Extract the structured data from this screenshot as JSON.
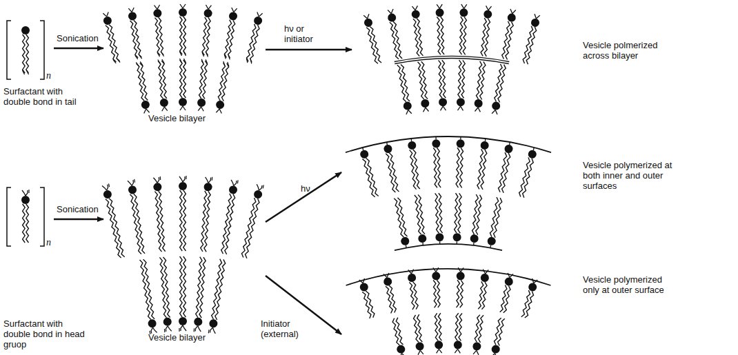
{
  "diagram": {
    "labels": [
      "Sonication",
      "hν or initiator",
      "Surfactant with double bond in tail",
      "n",
      "Vesicle bilayer",
      "Vesicle polmerized across bilayer",
      "Sonication",
      "hν",
      "Initiator (external)",
      "Surfactant with double bond in head gruop",
      "n",
      "Vesicle bilayer",
      "Vesicle polymerized at both inner and outer surfaces",
      "Vesicle polymerized only at outer surface"
    ]
  }
}
